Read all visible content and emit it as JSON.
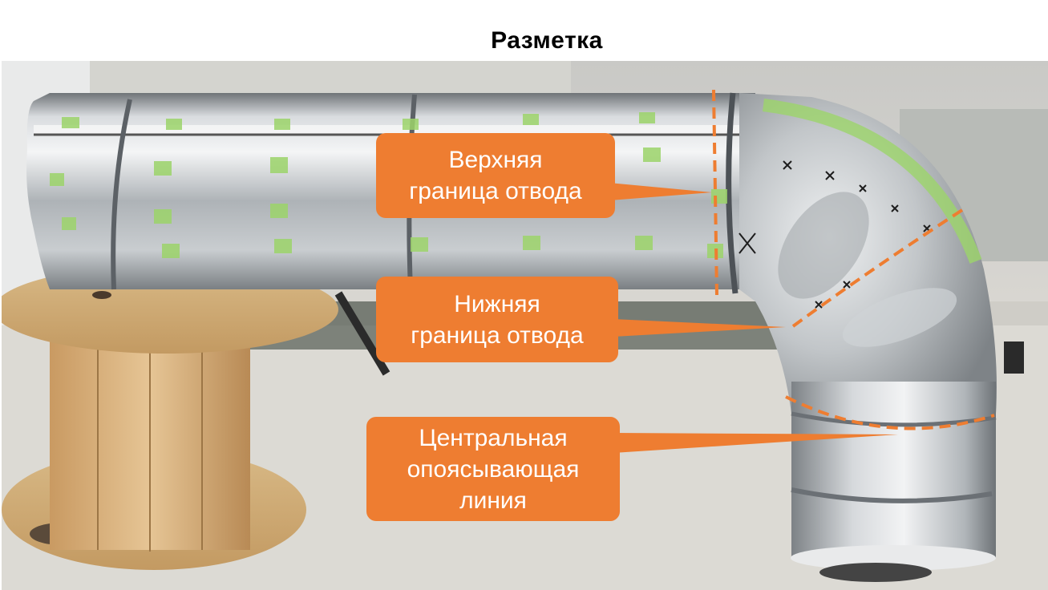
{
  "title": "Разметка",
  "callouts": [
    {
      "lines": [
        "Верхняя",
        "граница отвода"
      ]
    },
    {
      "lines": [
        "Нижняя",
        "граница отвода"
      ]
    },
    {
      "lines": [
        "Центральная",
        "опоясывающая",
        "линия"
      ]
    }
  ],
  "colors": {
    "callout": "#ee7d31",
    "marking": "#ee7d31"
  }
}
